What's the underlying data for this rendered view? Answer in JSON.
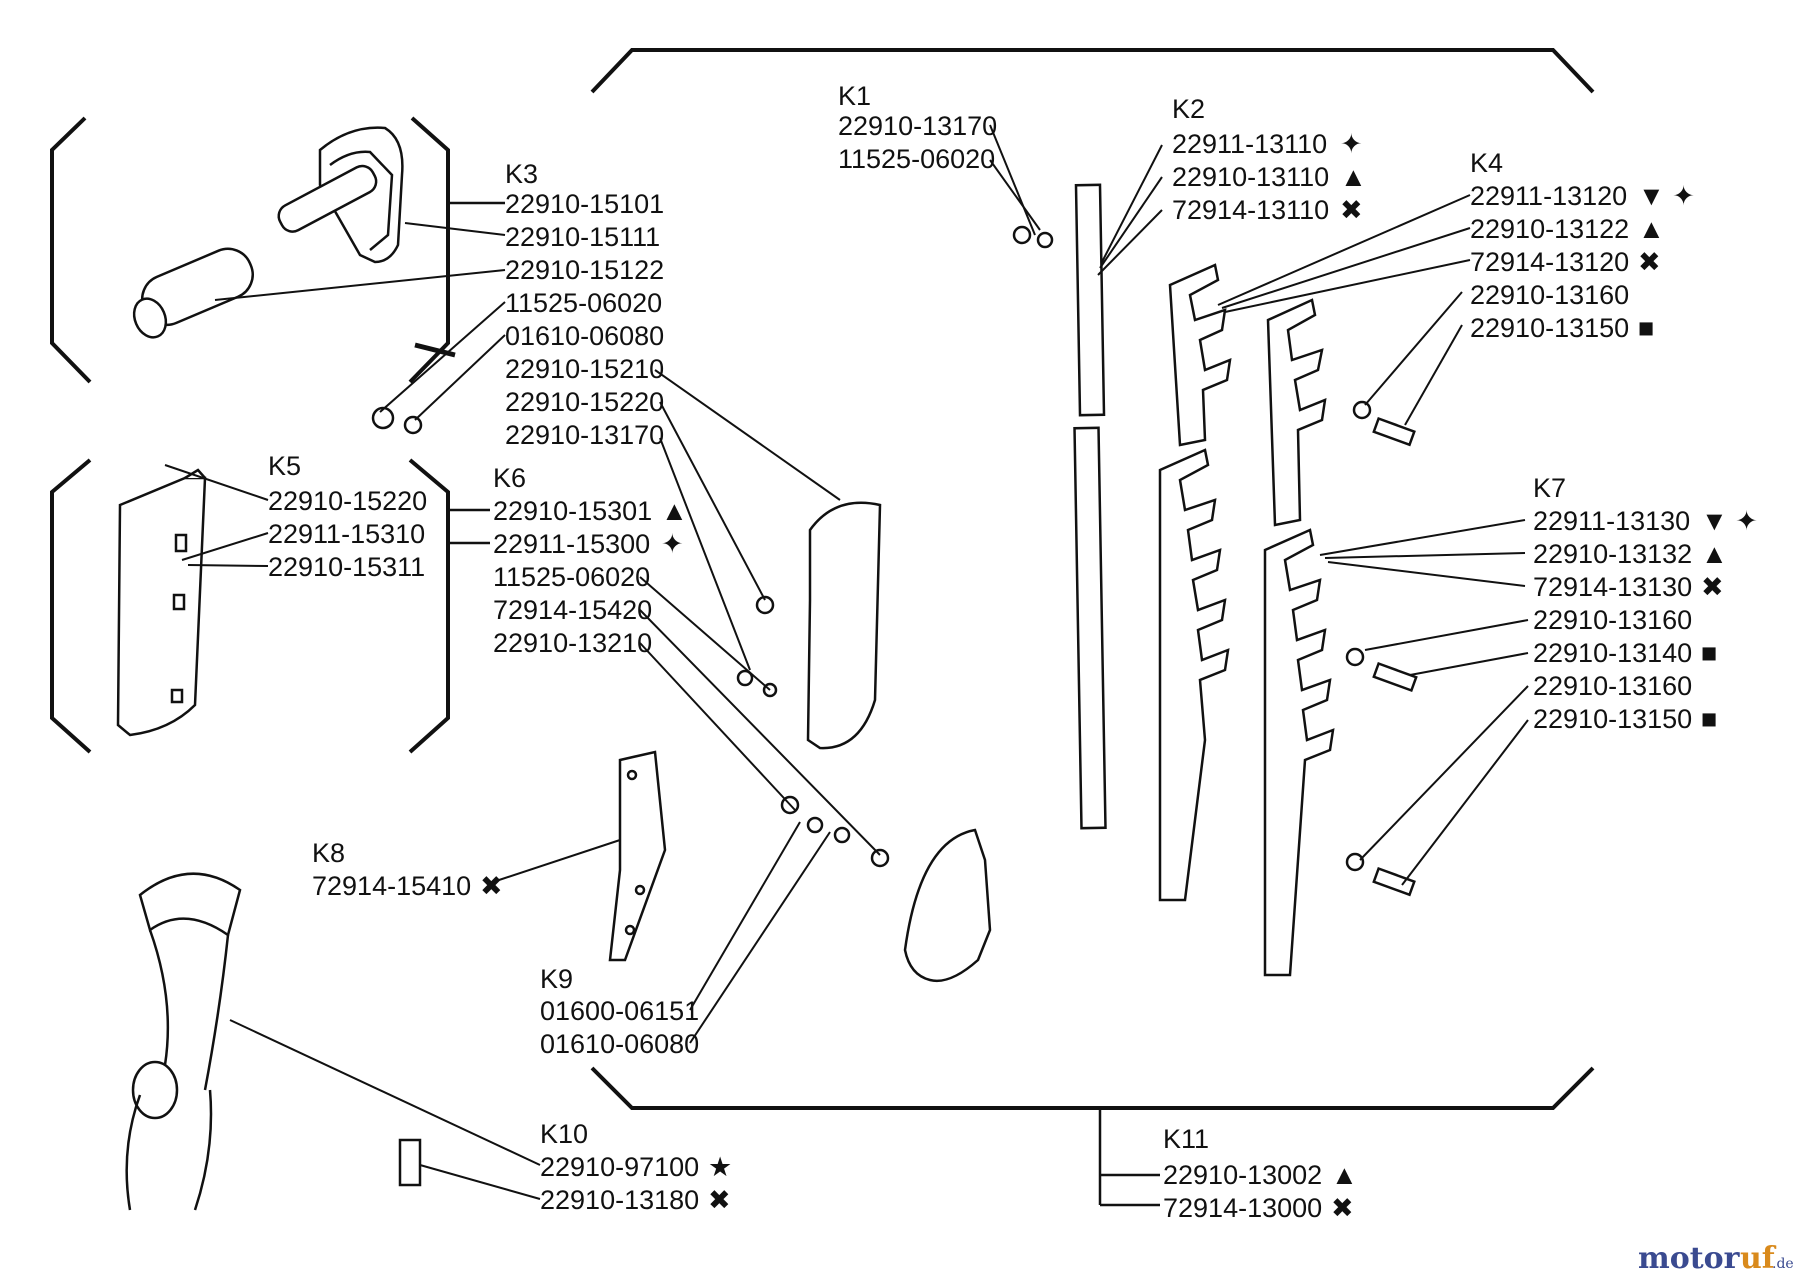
{
  "groups": {
    "K1": {
      "code": "K1",
      "parts": [
        {
          "num": "22910-13170",
          "sym": ""
        },
        {
          "num": "11525-06020",
          "sym": ""
        }
      ]
    },
    "K2": {
      "code": "K2",
      "parts": [
        {
          "num": "22911-13110",
          "sym": "✦"
        },
        {
          "num": "22910-13110",
          "sym": "▲"
        },
        {
          "num": "72914-13110",
          "sym": "✖"
        }
      ]
    },
    "K3": {
      "code": "K3",
      "parts": [
        {
          "num": "22910-15101",
          "sym": ""
        },
        {
          "num": "22910-15111",
          "sym": ""
        },
        {
          "num": "22910-15122",
          "sym": ""
        },
        {
          "num": "11525-06020",
          "sym": ""
        },
        {
          "num": "01610-06080",
          "sym": ""
        },
        {
          "num": "22910-15210",
          "sym": ""
        },
        {
          "num": "22910-15220",
          "sym": ""
        },
        {
          "num": "22910-13170",
          "sym": ""
        }
      ]
    },
    "K4": {
      "code": "K4",
      "parts": [
        {
          "num": "22911-13120",
          "sym": "▼ ✦"
        },
        {
          "num": "22910-13122",
          "sym": "▲"
        },
        {
          "num": "72914-13120",
          "sym": "✖"
        },
        {
          "num": "22910-13160",
          "sym": ""
        },
        {
          "num": "22910-13150",
          "sym": "■"
        }
      ]
    },
    "K5": {
      "code": "K5",
      "parts": [
        {
          "num": "22910-15220",
          "sym": ""
        },
        {
          "num": "22911-15310",
          "sym": ""
        },
        {
          "num": "22910-15311",
          "sym": ""
        }
      ]
    },
    "K6": {
      "code": "K6",
      "parts": [
        {
          "num": "22910-15301",
          "sym": "▲"
        },
        {
          "num": "22911-15300",
          "sym": "✦"
        },
        {
          "num": "11525-06020",
          "sym": ""
        },
        {
          "num": "72914-15420",
          "sym": ""
        },
        {
          "num": "22910-13210",
          "sym": ""
        }
      ]
    },
    "K7": {
      "code": "K7",
      "parts": [
        {
          "num": "22911-13130",
          "sym": "▼ ✦"
        },
        {
          "num": "22910-13132",
          "sym": "▲"
        },
        {
          "num": "72914-13130",
          "sym": "✖"
        },
        {
          "num": "22910-13160",
          "sym": ""
        },
        {
          "num": "22910-13140",
          "sym": "■"
        },
        {
          "num": "22910-13160",
          "sym": ""
        },
        {
          "num": "22910-13150",
          "sym": "■"
        }
      ]
    },
    "K8": {
      "code": "K8",
      "parts": [
        {
          "num": "72914-15410",
          "sym": "✖"
        }
      ]
    },
    "K9": {
      "code": "K9",
      "parts": [
        {
          "num": "01600-06151",
          "sym": ""
        },
        {
          "num": "01610-06080",
          "sym": ""
        }
      ]
    },
    "K10": {
      "code": "K10",
      "parts": [
        {
          "num": "22910-97100",
          "sym": "★"
        },
        {
          "num": "22910-13180",
          "sym": "✖"
        }
      ]
    },
    "K11": {
      "code": "K11",
      "parts": [
        {
          "num": "22910-13002",
          "sym": "▲"
        },
        {
          "num": "72914-13000",
          "sym": "✖"
        }
      ]
    }
  },
  "watermark": {
    "part1": "motor",
    "part2": "uf",
    "suffix": ".de"
  }
}
